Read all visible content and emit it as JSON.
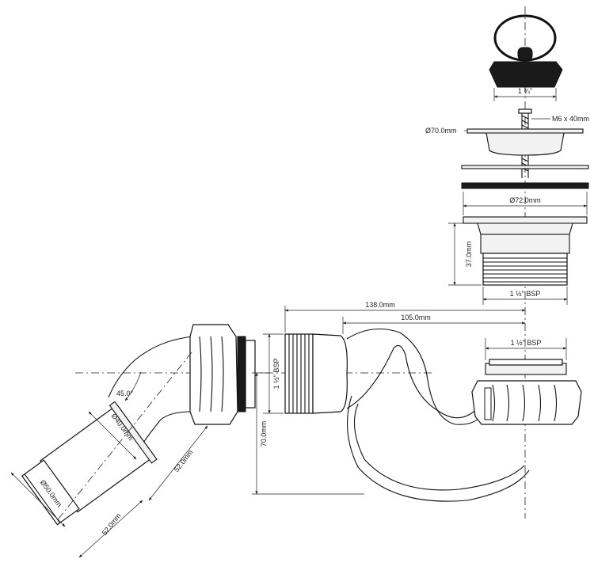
{
  "dimensions": {
    "plug_size": "1 ¾\"",
    "screw": "M6 x 40mm",
    "grate_diameter": "Ø70.0mm",
    "flange_diameter": "Ø72.0mm",
    "body_height": "37.0mm",
    "body_thread": "1 ½\" BSP",
    "overall_width": "138.0mm",
    "center_width": "105.0mm",
    "inlet_thread": "1 ½\" BSP",
    "outlet_thread": "1 ½\" BSP",
    "trap_depth": "70.0mm",
    "angle": "45.0°",
    "outlet_bore": "Ø40.0mm",
    "outlet_outer": "Ø50.0mm",
    "length_upper": "52.0mm",
    "length_lower": "52.0mm"
  }
}
